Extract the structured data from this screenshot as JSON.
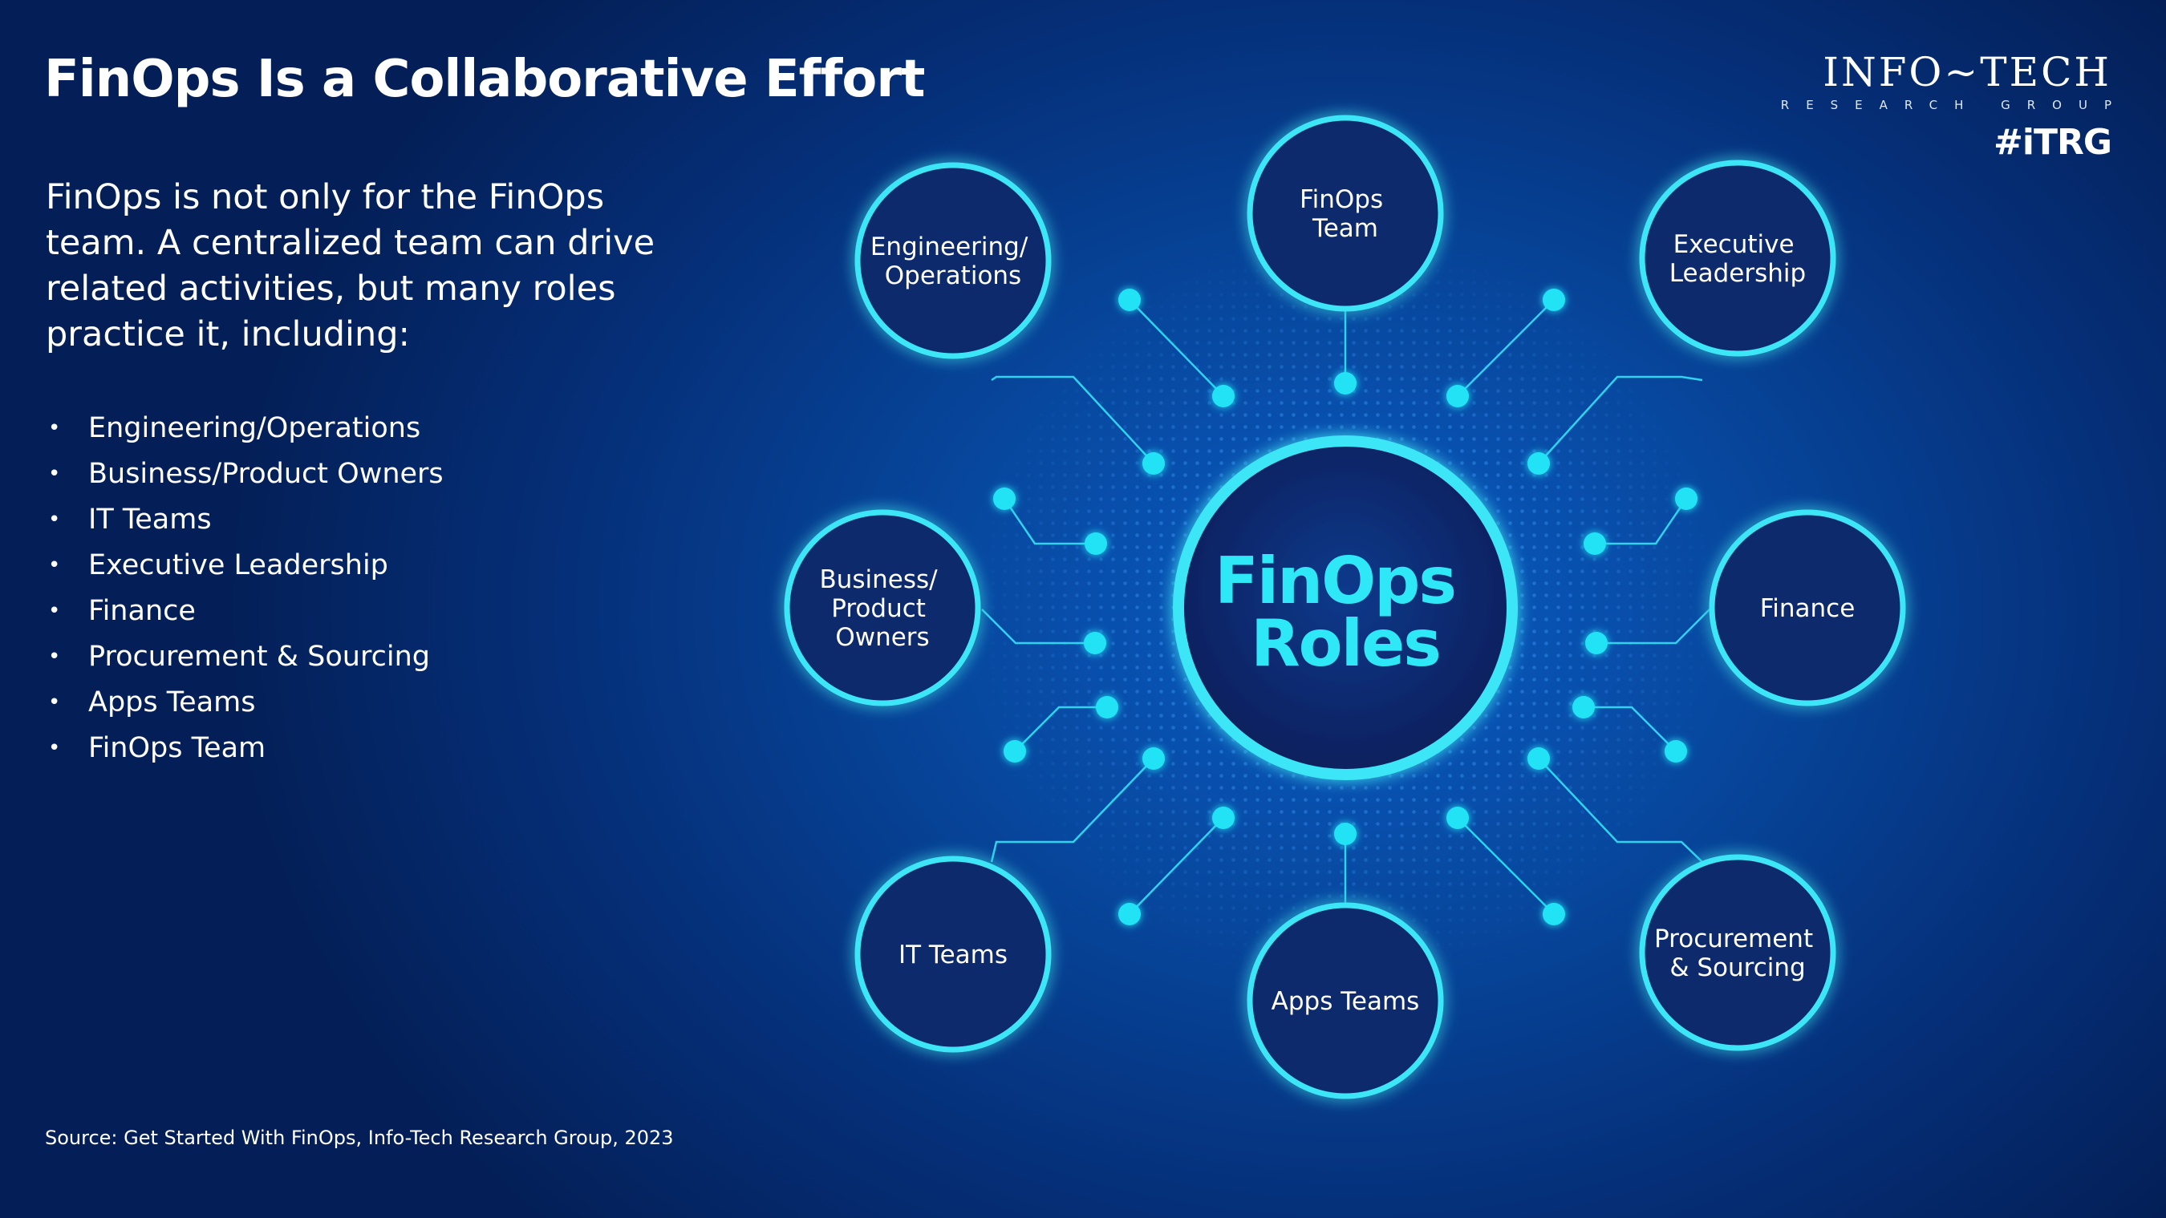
{
  "title": "FinOps Is a Collaborative Effort",
  "intro": "FinOps is not only for the FinOps team. A centralized team can drive related activities, but many roles practice it, including:",
  "roles": [
    "Engineering/Operations",
    "Business/Product Owners",
    "IT Teams",
    "Executive Leadership",
    "Finance",
    "Procurement & Sourcing",
    "Apps Teams",
    "FinOps Team"
  ],
  "bullet": "•",
  "source": "Source: Get Started With FinOps, Info-Tech Research Group, 2023",
  "logo": {
    "name": "INFO~TECH",
    "sub": "RESEARCH GROUP",
    "tag": "#iTRG"
  },
  "diagram": {
    "center": [
      "FinOps",
      "Roles"
    ],
    "nodes": {
      "finops_team": [
        "FinOps",
        "Team"
      ],
      "executive": [
        "Executive",
        "Leadership"
      ],
      "finance": [
        "Finance"
      ],
      "procurement": [
        "Procurement",
        "& Sourcing"
      ],
      "apps": [
        "Apps Teams"
      ],
      "it": [
        "IT Teams"
      ],
      "business": [
        "Business/",
        "Product",
        "Owners"
      ],
      "engineering": [
        "Engineering/",
        "Operations"
      ]
    }
  },
  "colors": {
    "accent": "#22e3f5",
    "node_fill": "#0a2a6e",
    "background": "#06479f"
  }
}
